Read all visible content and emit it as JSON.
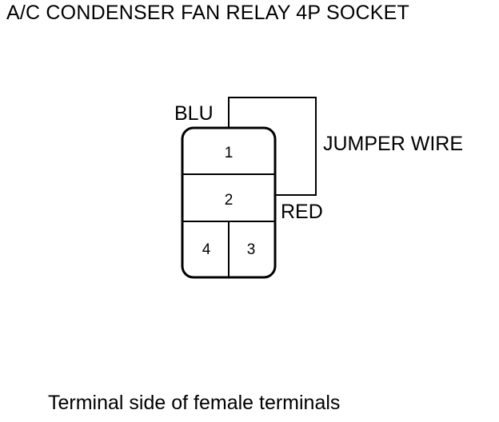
{
  "title": "A/C CONDENSER FAN RELAY 4P SOCKET",
  "caption": "Terminal side of female terminals",
  "wire_labels": {
    "blu": "BLU",
    "red": "RED",
    "jumper": "JUMPER WIRE"
  },
  "terminals": [
    "1",
    "2",
    "4",
    "3"
  ],
  "colors": {
    "line": "#000000",
    "background": "#ffffff"
  }
}
